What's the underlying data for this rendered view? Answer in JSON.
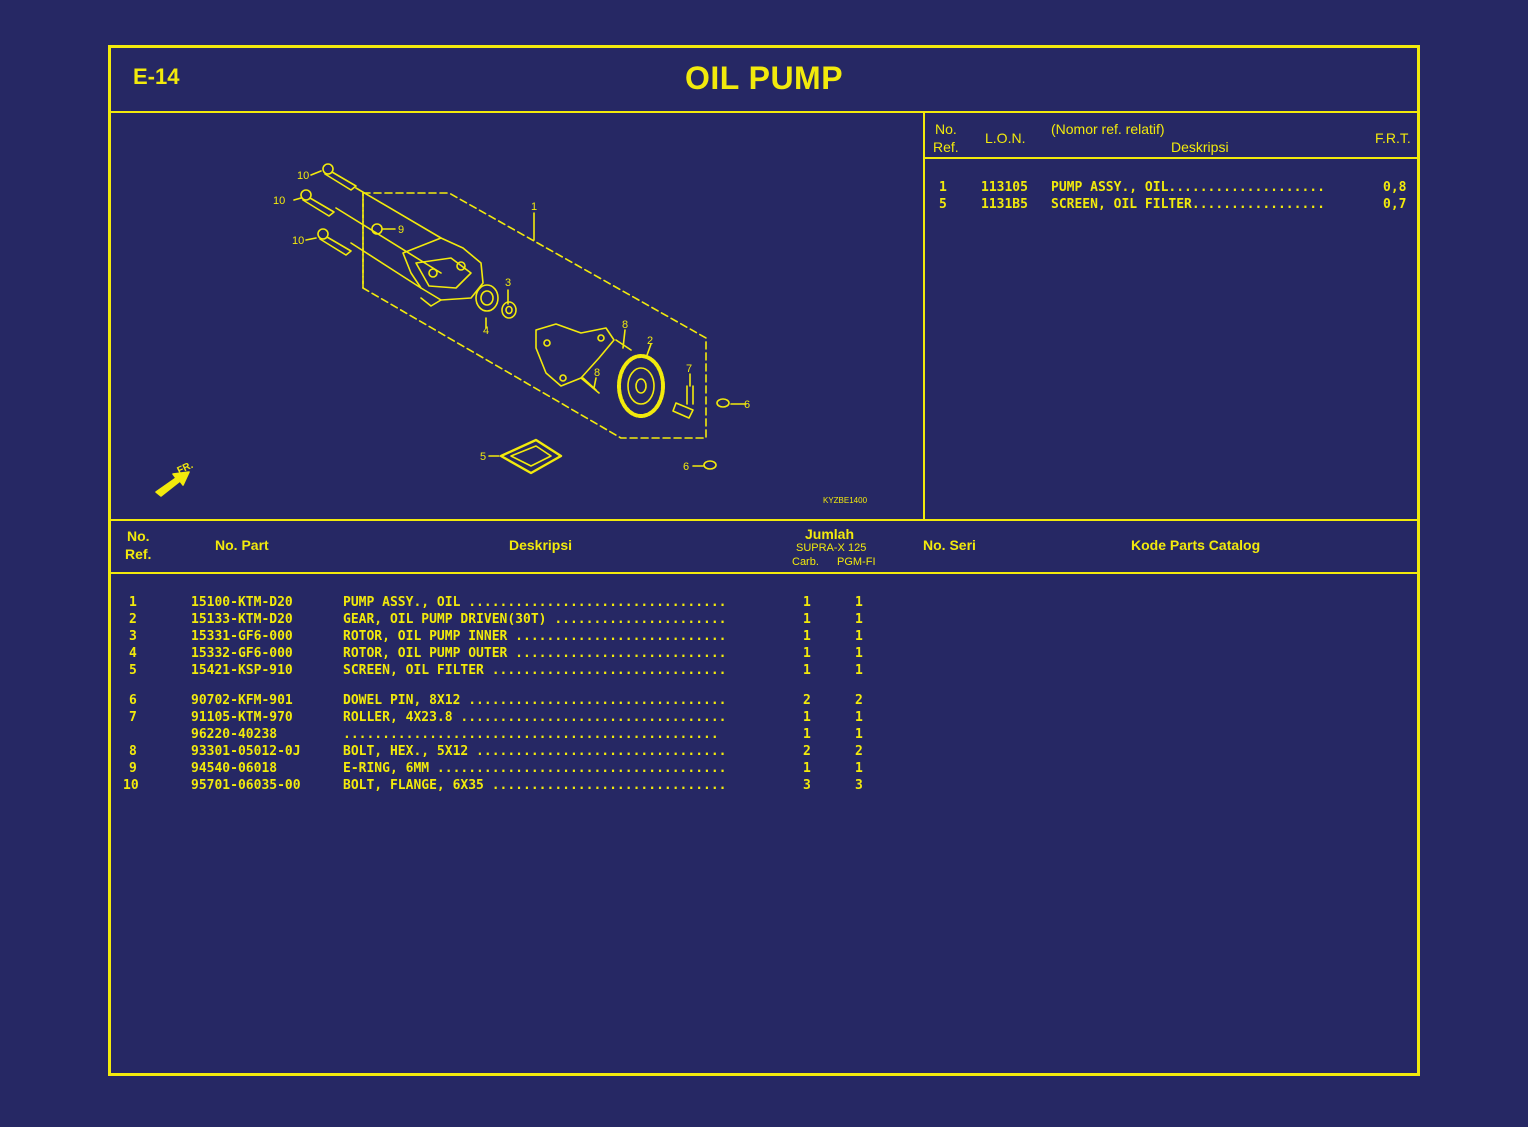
{
  "header": {
    "code": "E-14",
    "title": "OIL PUMP"
  },
  "frt_table": {
    "headers": {
      "no": "No.",
      "ref": "Ref.",
      "lon": "L.O.N.",
      "nomor_ref": "(Nomor ref. relatif)",
      "deskripsi": "Deskripsi",
      "frt": "F.R.T."
    },
    "rows": [
      {
        "ref": "1",
        "lon": "113105",
        "desc": "PUMP ASSY., OIL....................",
        "frt": "0,8"
      },
      {
        "ref": "5",
        "lon": "1131B5",
        "desc": "SCREEN, OIL FILTER.................",
        "frt": "0,7"
      }
    ]
  },
  "diagram": {
    "code": "KYZBE1400",
    "front_label": "FR.",
    "callouts": [
      "10",
      "10",
      "10",
      "9",
      "1",
      "3",
      "4",
      "8",
      "2",
      "7",
      "8",
      "6",
      "5",
      "6"
    ]
  },
  "parts_table": {
    "headers": {
      "no": "No.",
      "ref": "Ref.",
      "no_part": "No. Part",
      "deskripsi": "Deskripsi",
      "jumlah": "Jumlah",
      "model": "SUPRA-X 125",
      "carb": "Carb.",
      "pgmfi": "PGM-FI",
      "no_seri": "No. Seri",
      "kode": "Kode Parts Catalog"
    },
    "rows": [
      {
        "ref": "1",
        "part": "15100-KTM-D20",
        "desc": "PUMP ASSY., OIL .................................",
        "carb": "1",
        "pgm": "1"
      },
      {
        "ref": "2",
        "part": "15133-KTM-D20",
        "desc": "GEAR, OIL PUMP DRIVEN(30T) ......................",
        "carb": "1",
        "pgm": "1"
      },
      {
        "ref": "3",
        "part": "15331-GF6-000",
        "desc": "ROTOR, OIL PUMP INNER ...........................",
        "carb": "1",
        "pgm": "1"
      },
      {
        "ref": "4",
        "part": "15332-GF6-000",
        "desc": "ROTOR, OIL PUMP OUTER ...........................",
        "carb": "1",
        "pgm": "1"
      },
      {
        "ref": "5",
        "part": "15421-KSP-910",
        "desc": "SCREEN, OIL FILTER ..............................",
        "carb": "1",
        "pgm": "1"
      },
      {
        "ref": "6",
        "part": "90702-KFM-901",
        "desc": "DOWEL PIN, 8X12 .................................",
        "carb": "2",
        "pgm": "2"
      },
      {
        "ref": "7",
        "part": "91105-KTM-970",
        "desc": "ROLLER, 4X23.8 ..................................",
        "carb": "1",
        "pgm": "1"
      },
      {
        "ref": "",
        "part": "96220-40238",
        "desc": " ................................................",
        "carb": "1",
        "pgm": "1"
      },
      {
        "ref": "8",
        "part": "93301-05012-0J",
        "desc": "BOLT, HEX., 5X12 ................................",
        "carb": "2",
        "pgm": "2"
      },
      {
        "ref": "9",
        "part": "94540-06018",
        "desc": "E-RING, 6MM .....................................",
        "carb": "1",
        "pgm": "1"
      },
      {
        "ref": "10",
        "part": "95701-06035-00",
        "desc": "BOLT, FLANGE, 6X35 ..............................",
        "carb": "3",
        "pgm": "3"
      }
    ]
  },
  "colors": {
    "background": "#262864",
    "line": "#f2ea0c"
  }
}
